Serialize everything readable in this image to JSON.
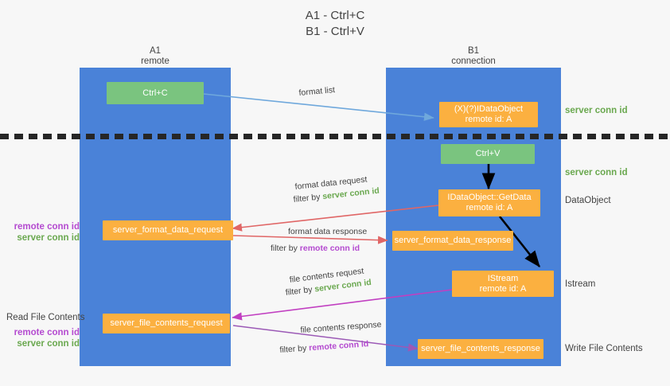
{
  "title": {
    "line1": "A1 - Ctrl+C",
    "line2": "B1 - Ctrl+V"
  },
  "lanes": [
    {
      "id": "a1",
      "name": "A1",
      "sub": "remote"
    },
    {
      "id": "b1",
      "name": "B1",
      "sub": "connection"
    }
  ],
  "nodes": {
    "ctrl_c": {
      "line1": "Ctrl+C",
      "line2": ""
    },
    "ctrl_v": {
      "line1": "Ctrl+V",
      "line2": ""
    },
    "idataobject": {
      "line1": "(X)(?)IDataObject",
      "line2": "remote id: A"
    },
    "getdata": {
      "line1": "IDataObject::GetData",
      "line2": "remote id: A"
    },
    "istream": {
      "line1": "IStream",
      "line2": "remote id: A"
    },
    "fmt_req": {
      "line1": "server_format_data_request",
      "line2": ""
    },
    "fmt_resp": {
      "line1": "server_format_data_response",
      "line2": ""
    },
    "file_req": {
      "line1": "server_file_contents_request",
      "line2": ""
    },
    "file_resp": {
      "line1": "server_file_contents_response",
      "line2": ""
    }
  },
  "right_labels": {
    "server_conn_top": "server conn id",
    "server_conn_mid": "server conn id",
    "dataobject": "DataObject",
    "istream": "Istream",
    "write_file_contents": "Write File Contents"
  },
  "left_labels": {
    "conn_pair_1_remote": "remote conn id",
    "conn_pair_1_server": "server conn id",
    "read_file_contents": "Read File Contents",
    "conn_pair_2_remote": "remote conn id",
    "conn_pair_2_server": "server conn id"
  },
  "edges": {
    "format_list": "format list",
    "fmt_req_l1": "format data request",
    "fmt_req_l2_pre": "filter by ",
    "fmt_req_l2_key": "server conn id",
    "fmt_resp_l1": "format data response",
    "fmt_resp_l2_pre": "filter by ",
    "fmt_resp_l2_key": "remote conn id",
    "file_req_l1": "file contents request",
    "file_req_l2_pre": "filter by ",
    "file_req_l2_key": "server conn id",
    "file_resp_l1": "file contents response",
    "file_resp_l2_pre": "filter by ",
    "file_resp_l2_key": "remote conn id"
  },
  "colors": {
    "lane": "#4a82d8",
    "green_node": "#7ac47f",
    "orange_node": "#fbb040",
    "arrow_blue": "#6fa8dc",
    "arrow_red": "#e06666",
    "arrow_magenta": "#c13fc1",
    "arrow_purple": "#9b59b6",
    "arrow_black": "#000000",
    "text_green": "#6aa84f",
    "text_purple": "#b44ad0",
    "background": "#f7f7f7"
  }
}
